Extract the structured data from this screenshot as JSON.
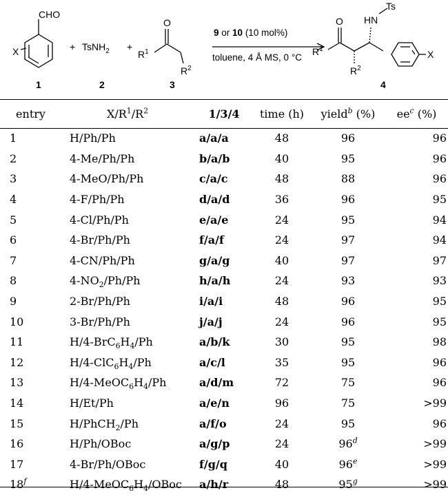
{
  "scheme": {
    "aldehyde_label": "CHO",
    "aldehyde_substituent": "X",
    "plus": "+",
    "reagent2": "TsNH",
    "reagent2_sub": "2",
    "ketone_r1": "R",
    "ketone_r1_sup": "1",
    "ketone_r2": "R",
    "ketone_r2_sup": "2",
    "ketone_o": "O",
    "catalyst_a": "9",
    "catalyst_or": " or ",
    "catalyst_b": "10",
    "catalyst_loading": " (10  mol%)",
    "conditions": "toluene, 4 Å MS, 0 °C",
    "product_nh": "HN",
    "product_ts": "Ts",
    "product_o": "O",
    "product_r1": "R",
    "product_r1_sup": "1",
    "product_r2": "R",
    "product_r2_sup": "2",
    "product_x": "X",
    "compound_numbers": [
      "1",
      "2",
      "3",
      "4"
    ]
  },
  "table": {
    "headers": {
      "entry": "entry",
      "substituents": "X/R",
      "substituents_sup1": "1",
      "substituents_mid": "/R",
      "substituents_sup2": "2",
      "codes": "1/3/4",
      "time": "time (h)",
      "yield": "yield",
      "yield_note": "b",
      "yield_unit": " (%)",
      "ee": "ee",
      "ee_note": "c",
      "ee_unit": " (%)"
    },
    "rows": [
      {
        "entry": "1",
        "entry_note": "",
        "sub": [
          "H/Ph/Ph"
        ],
        "codes": "a/a/a",
        "time": "48",
        "yield": "96",
        "yield_note": "",
        "ee": "96"
      },
      {
        "entry": "2",
        "entry_note": "",
        "sub": [
          "4-Me/Ph/Ph"
        ],
        "codes": "b/a/b",
        "time": "40",
        "yield": "95",
        "yield_note": "",
        "ee": "96"
      },
      {
        "entry": "3",
        "entry_note": "",
        "sub": [
          "4-MeO/Ph/Ph"
        ],
        "codes": "c/a/c",
        "time": "48",
        "yield": "88",
        "yield_note": "",
        "ee": "96"
      },
      {
        "entry": "4",
        "entry_note": "",
        "sub": [
          "4-F/Ph/Ph"
        ],
        "codes": "d/a/d",
        "time": "36",
        "yield": "96",
        "yield_note": "",
        "ee": "95"
      },
      {
        "entry": "5",
        "entry_note": "",
        "sub": [
          "4-Cl/Ph/Ph"
        ],
        "codes": "e/a/e",
        "time": "24",
        "yield": "95",
        "yield_note": "",
        "ee": "94"
      },
      {
        "entry": "6",
        "entry_note": "",
        "sub": [
          "4-Br/Ph/Ph"
        ],
        "codes": "f/a/f",
        "time": "24",
        "yield": "97",
        "yield_note": "",
        "ee": "94"
      },
      {
        "entry": "7",
        "entry_note": "",
        "sub": [
          "4-CN/Ph/Ph"
        ],
        "codes": "g/a/g",
        "time": "40",
        "yield": "97",
        "yield_note": "",
        "ee": "97"
      },
      {
        "entry": "8",
        "entry_note": "",
        "sub": [
          "4-NO",
          "2",
          "/Ph/Ph"
        ],
        "codes": "h/a/h",
        "time": "24",
        "yield": "93",
        "yield_note": "",
        "ee": "93"
      },
      {
        "entry": "9",
        "entry_note": "",
        "sub": [
          "2-Br/Ph/Ph"
        ],
        "codes": "i/a/i",
        "time": "48",
        "yield": "96",
        "yield_note": "",
        "ee": "95"
      },
      {
        "entry": "10",
        "entry_note": "",
        "sub": [
          "3-Br/Ph/Ph"
        ],
        "codes": "j/a/j",
        "time": "24",
        "yield": "96",
        "yield_note": "",
        "ee": "95"
      },
      {
        "entry": "11",
        "entry_note": "",
        "sub": [
          "H/4-BrC",
          "6",
          "H",
          "4",
          "/Ph"
        ],
        "codes": "a/b/k",
        "time": "30",
        "yield": "95",
        "yield_note": "",
        "ee": "98"
      },
      {
        "entry": "12",
        "entry_note": "",
        "sub": [
          "H/4-ClC",
          "6",
          "H",
          "4",
          "/Ph"
        ],
        "codes": "a/c/l",
        "time": "35",
        "yield": "95",
        "yield_note": "",
        "ee": "96"
      },
      {
        "entry": "13",
        "entry_note": "",
        "sub": [
          "H/4-MeOC",
          "6",
          "H",
          "4",
          "/Ph"
        ],
        "codes": "a/d/m",
        "time": "72",
        "yield": "75",
        "yield_note": "",
        "ee": "96"
      },
      {
        "entry": "14",
        "entry_note": "",
        "sub": [
          "H/Et/Ph"
        ],
        "codes": "a/e/n",
        "time": "96",
        "yield": "75",
        "yield_note": "",
        "ee": ">99"
      },
      {
        "entry": "15",
        "entry_note": "",
        "sub": [
          "H/PhCH",
          "2",
          "/Ph"
        ],
        "codes": "a/f/o",
        "time": "24",
        "yield": "95",
        "yield_note": "",
        "ee": "96"
      },
      {
        "entry": "16",
        "entry_note": "",
        "sub": [
          "H/Ph/OBoc"
        ],
        "codes": "a/g/p",
        "time": "24",
        "yield": "96",
        "yield_note": "d",
        "ee": ">99"
      },
      {
        "entry": "17",
        "entry_note": "",
        "sub": [
          "4-Br/Ph/OBoc"
        ],
        "codes": "f/g/q",
        "time": "40",
        "yield": "96",
        "yield_note": "e",
        "ee": ">99"
      },
      {
        "entry": "18",
        "entry_note": "f",
        "sub": [
          "H/4-MeOC",
          "6",
          "H",
          "4",
          "/OBoc"
        ],
        "codes": "a/h/r",
        "time": "48",
        "yield": "95",
        "yield_note": "g",
        "ee": ">99"
      }
    ]
  }
}
